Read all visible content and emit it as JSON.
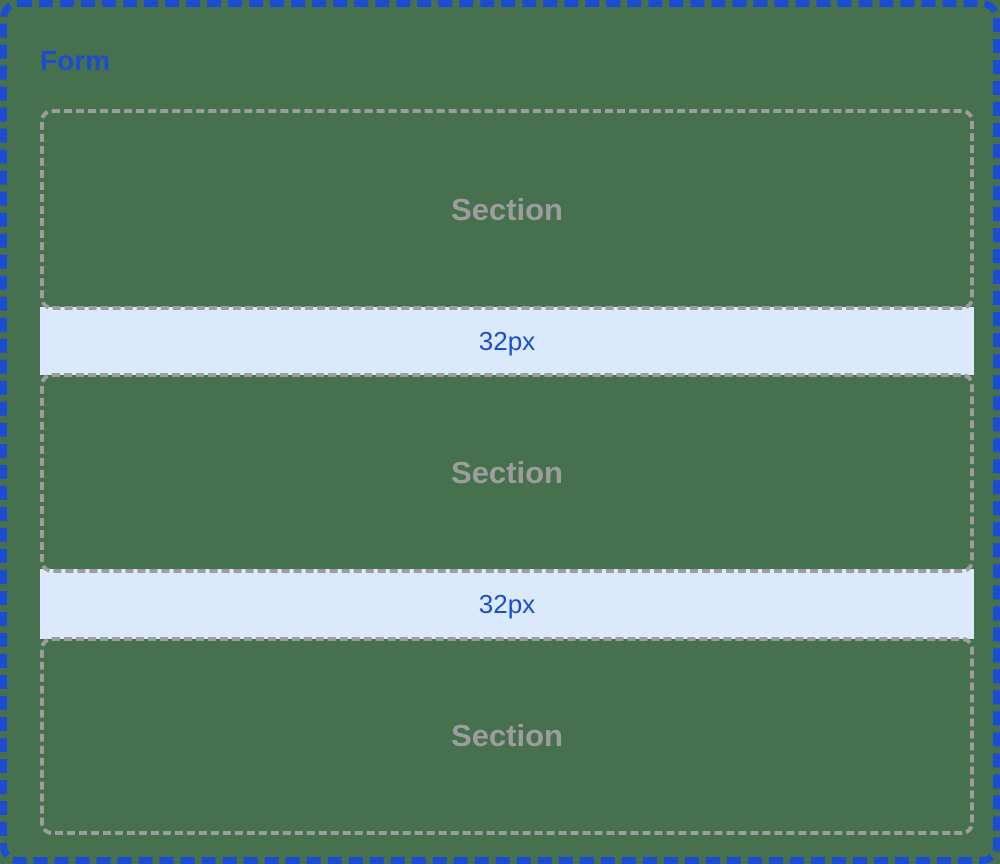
{
  "form": {
    "label": "Form",
    "sections": [
      {
        "label": "Section"
      },
      {
        "label": "Section"
      },
      {
        "label": "Section"
      }
    ],
    "spacers": [
      {
        "label": "32px"
      },
      {
        "label": "32px"
      }
    ]
  },
  "colors": {
    "background": "#47704e",
    "accent_blue": "#1b4dd2",
    "spacer_bg": "#dbe9fc",
    "muted_gray": "#9d9d9d"
  }
}
